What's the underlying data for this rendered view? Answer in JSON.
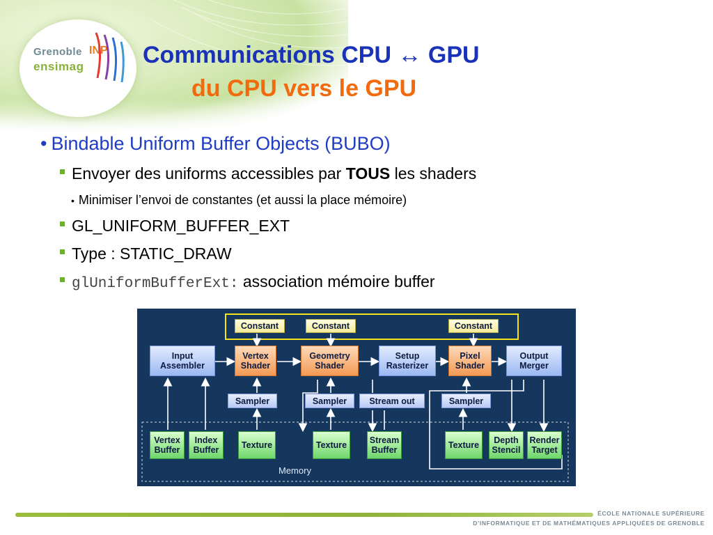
{
  "logo": {
    "line1": "Grenoble",
    "inp": "INP",
    "line2": "ensimag"
  },
  "title": {
    "line1": "Communications CPU ↔ GPU",
    "line2": "du CPU vers le GPU"
  },
  "content": {
    "bullet1": "Bindable Uniform Buffer Objects (BUBO)",
    "sub1_pre": "Envoyer des uniforms accessibles par ",
    "sub1_bold": "TOUS",
    "sub1_post": " les shaders",
    "subsub1": "Minimiser l’envoi de constantes (et aussi la place mémoire)",
    "sub2": "GL_UNIFORM_BUFFER_EXT",
    "sub3": "Type : STATIC_DRAW",
    "sub4_code": "glUniformBufferExt:",
    "sub4_text": " association mémoire buffer"
  },
  "diagram": {
    "constant1": "Constant",
    "constant2": "Constant",
    "constant3": "Constant",
    "input_assembler": "Input\nAssembler",
    "vertex_shader": "Vertex\nShader",
    "geometry_shader": "Geometry\nShader",
    "setup_rasterizer": "Setup\nRasterizer",
    "pixel_shader": "Pixel\nShader",
    "output_merger": "Output\nMerger",
    "sampler1": "Sampler",
    "sampler2": "Sampler",
    "stream_out": "Stream out",
    "sampler3": "Sampler",
    "vertex_buffer": "Vertex\nBuffer",
    "index_buffer": "Index\nBuffer",
    "texture1": "Texture",
    "texture2": "Texture",
    "stream_buffer": "Stream\nBuffer",
    "texture3": "Texture",
    "depth_stencil": "Depth\nStencil",
    "render_target": "Render\nTarget",
    "memory": "Memory"
  },
  "footer": {
    "line1": "ÉCOLE NATIONALE SUPÉRIEURE",
    "line2": "D’INFORMATIQUE ET DE MATHÉMATIQUES APPLIQUÉES DE GRENOBLE"
  },
  "colors": {
    "title_blue": "#1932b8",
    "title_orange": "#f26a0e",
    "bullet_blue": "#1f3cc3",
    "bullet_green": "#6fae2e",
    "diagram_bg": "#15375e"
  }
}
